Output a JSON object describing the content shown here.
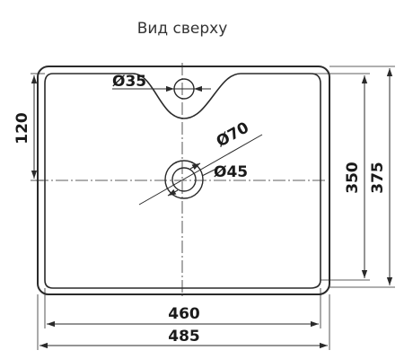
{
  "drawing": {
    "title": "Вид сверху",
    "colors": {
      "line": "#2a2a2a",
      "text": "#1a1a1a",
      "title": "#333333"
    },
    "dimensions": {
      "outer_width": "485",
      "inner_width": "460",
      "inner_depth": "350",
      "outer_depth": "375",
      "tap_hole_offset": "120",
      "tap_hole_diameter": "Ø35",
      "drain_outer_diameter": "Ø70",
      "drain_inner_diameter": "Ø45"
    }
  }
}
